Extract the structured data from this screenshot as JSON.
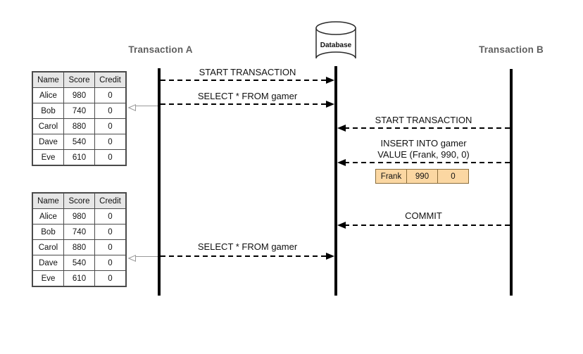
{
  "titles": {
    "transaction_a": "Transaction A",
    "transaction_b": "Transaction B",
    "database": "Database"
  },
  "messages": {
    "start_transaction_a": "START TRANSACTION",
    "select_from_gamer_1": "SELECT * FROM gamer",
    "start_transaction_b": "START TRANSACTION",
    "insert_line1": "INSERT INTO gamer",
    "insert_line2": "VALUE (Frank, 990, 0)",
    "commit": "COMMIT",
    "select_from_gamer_2": "SELECT * FROM gamer"
  },
  "gamer_table": {
    "headers": [
      "Name",
      "Score",
      "Credit"
    ],
    "rows": [
      [
        "Alice",
        "980",
        "0"
      ],
      [
        "Bob",
        "740",
        "0"
      ],
      [
        "Carol",
        "880",
        "0"
      ],
      [
        "Dave",
        "540",
        "0"
      ],
      [
        "Eve",
        "610",
        "0"
      ]
    ]
  },
  "inserted_row": [
    "Frank",
    "990",
    "0"
  ],
  "colors": {
    "title_text": "#5f5f5f",
    "table_header_bg": "#e6e6e6",
    "table_border": "#4a4a4a",
    "inserted_row_bg": "#fbd7a2",
    "inserted_row_border": "#8a6d3b",
    "lifeline": "#000000",
    "return_line": "#999999",
    "message_text": "#111111"
  }
}
